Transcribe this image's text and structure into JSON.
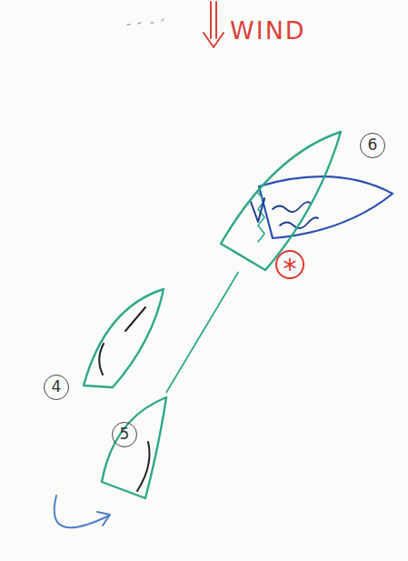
{
  "diagram": {
    "nodes": [
      {
        "text": [
          "6"
        ]
      },
      {
        "text": [
          "*"
        ]
      },
      {
        "text": [
          "4"
        ]
      },
      {
        "text": [
          "5"
        ]
      }
    ],
    "edges": [
      {
        "from": 3,
        "to": 0,
        "arrow": "none"
      }
    ],
    "labels": [
      "WIND"
    ]
  }
}
